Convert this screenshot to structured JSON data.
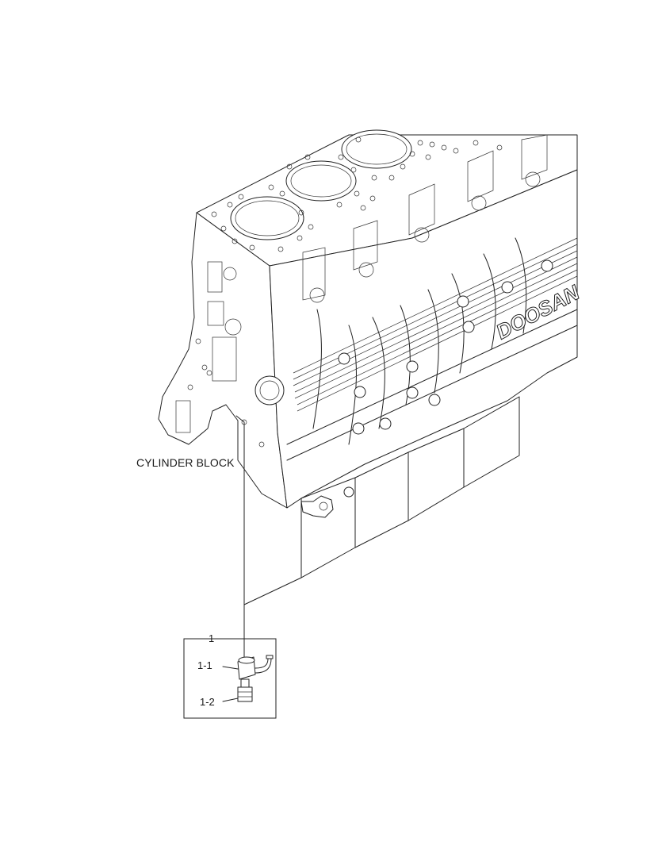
{
  "diagram": {
    "main_component_label": "CYLINDER BLOCK",
    "callouts": [
      {
        "id": "1"
      },
      {
        "id": "1-1"
      },
      {
        "id": "1-2"
      }
    ],
    "logo_text": "DOOSAN",
    "line_color": "#222222",
    "background": "#ffffff"
  }
}
